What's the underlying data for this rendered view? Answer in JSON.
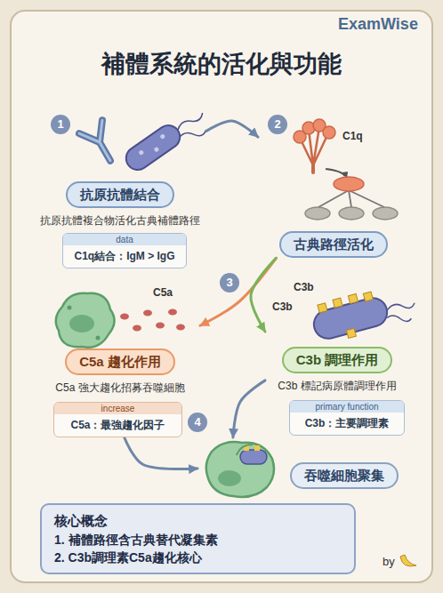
{
  "diagram": {
    "title": "補體系統的活化與功能",
    "nodes": [
      {
        "text": [
          "抗原抗體結合",
          "抗原抗體複合物活化古典補體路徑"
        ]
      },
      {
        "text": [
          "data",
          "C1q結合：IgM > IgG"
        ]
      },
      {
        "text": [
          "古典路徑活化"
        ]
      },
      {
        "text": [
          "C5a 趨化作用",
          "C5a 強大趨化招募吞噬細胞"
        ]
      },
      {
        "text": [
          "increase",
          "C5a：最強趨化因子"
        ]
      },
      {
        "text": [
          "C3b 調理作用",
          "C3b 標記病原體調理作用"
        ]
      },
      {
        "text": [
          "primary function",
          "C3b：主要調理素"
        ]
      },
      {
        "text": [
          "吞噬細胞聚集"
        ]
      },
      {
        "text": [
          "核心概念",
          "1. 補體路徑含古典替代凝集素",
          "2. C3b調理素C5a趨化核心"
        ]
      }
    ],
    "edges": [
      {
        "from": 0,
        "to": 2,
        "arrow": "to"
      },
      {
        "from": 2,
        "to": 3,
        "arrow": "to"
      },
      {
        "from": 2,
        "to": 5,
        "arrow": "to"
      },
      {
        "from": 4,
        "to": 7,
        "arrow": "to"
      },
      {
        "from": 5,
        "to": 7,
        "arrow": "to"
      }
    ],
    "labels": [
      "ExamWise",
      "1",
      "2",
      "C1q",
      "3",
      "C5a",
      "C3b",
      "C3b",
      "4",
      "by"
    ]
  }
}
